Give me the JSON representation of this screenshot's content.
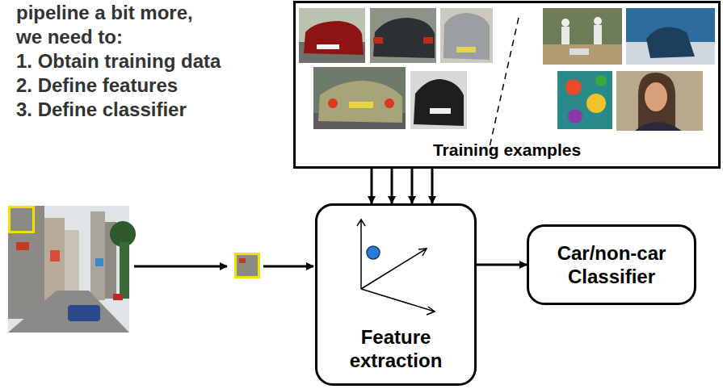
{
  "diagram": {
    "nodes": [
      {
        "text": [
          "Training examples"
        ]
      },
      {
        "text": [
          "Feature extraction"
        ]
      },
      {
        "text": [
          "Car/non-car Classifier"
        ]
      }
    ],
    "edges": [
      {
        "from": 0,
        "to": 1,
        "arrow": "to"
      },
      {
        "from": 0,
        "to": 1,
        "arrow": "to"
      },
      {
        "from": 0,
        "to": 1,
        "arrow": "to"
      },
      {
        "from": 0,
        "to": 1,
        "arrow": "to"
      },
      {
        "from": 1,
        "to": 2,
        "arrow": "to"
      }
    ],
    "labels": [
      "pipeline a bit more, we need to:",
      "1. Obtain training data",
      "2. Define features",
      "3. Define classifier"
    ]
  }
}
